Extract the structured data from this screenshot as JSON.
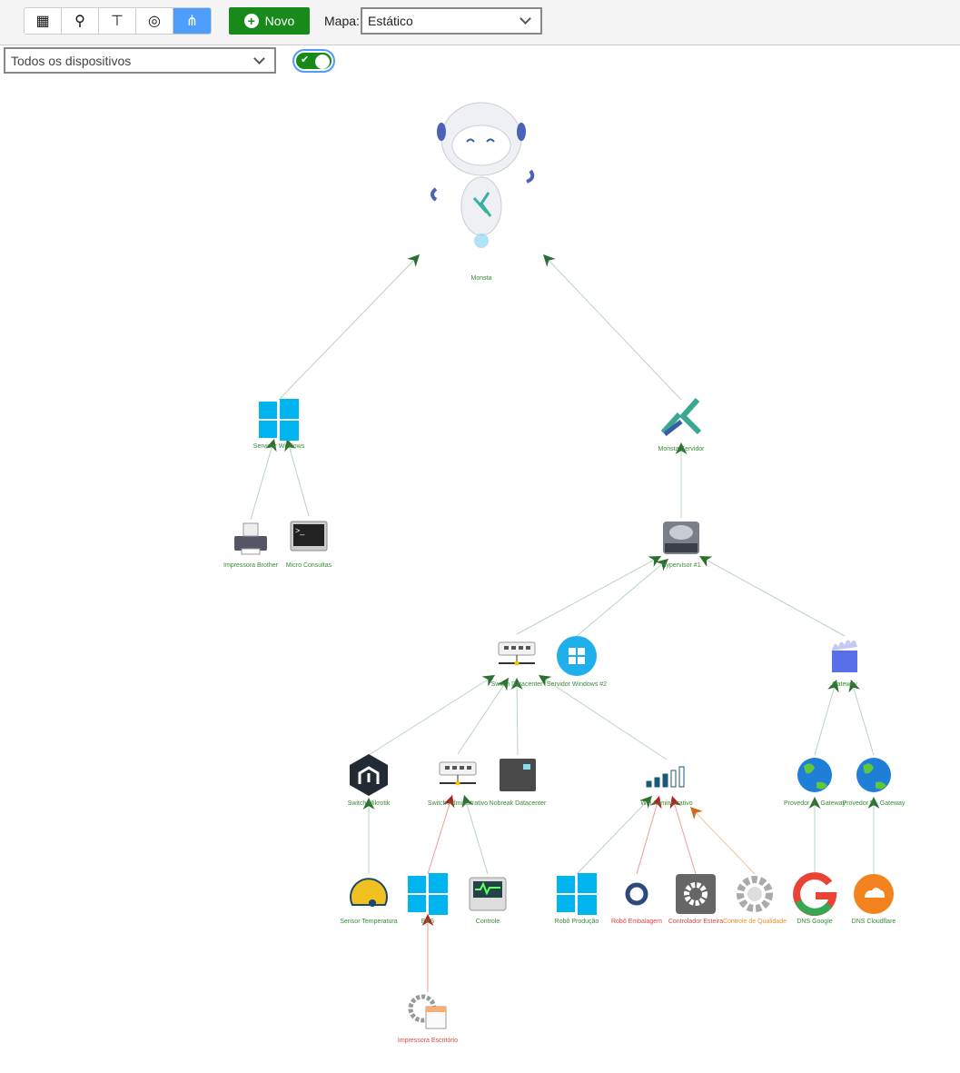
{
  "toolbar": {
    "view_buttons": [
      {
        "icon": "grid-icon",
        "glyph": "▦"
      },
      {
        "icon": "search-icon",
        "glyph": "⚲"
      },
      {
        "icon": "hierarchy-icon",
        "glyph": "⊤"
      },
      {
        "icon": "radial-icon",
        "glyph": "◎"
      },
      {
        "icon": "network-map-icon",
        "glyph": "⋔",
        "active": true
      }
    ],
    "new_label": "Novo",
    "map_label": "Mapa:",
    "map_value": "Estático"
  },
  "filter": {
    "devices_value": "Todos os dispositivos",
    "toggle_on": true
  },
  "colors": {
    "ok": "#3a8a3a",
    "edge": "#b9d4c2",
    "error": "#e04545",
    "warning": "#f0922e",
    "arrow_ok": "#2e6e32",
    "arrow_error": "#b71c1c",
    "arrow_warning": "#d2691e"
  },
  "nodes": [
    {
      "id": "monsta",
      "label": "Monsta",
      "icon": "robot-icon",
      "status": "ok"
    },
    {
      "id": "srvwin",
      "label": "Servidor Windows",
      "icon": "windows-icon",
      "status": "ok"
    },
    {
      "id": "msrv",
      "label": "Monsta Servidor",
      "icon": "monsta-logo-icon",
      "status": "ok"
    },
    {
      "id": "printer",
      "label": "Impressora Brother",
      "icon": "printer-icon",
      "status": "ok"
    },
    {
      "id": "micro",
      "label": "Micro Consultas",
      "icon": "terminal-icon",
      "status": "ok"
    },
    {
      "id": "hyper",
      "label": "Hypervisor #1",
      "icon": "server-icon",
      "status": "ok"
    },
    {
      "id": "swdc",
      "label": "Switch Datacenter",
      "icon": "switch-icon",
      "status": "ok"
    },
    {
      "id": "srvwin2",
      "label": "Servidor Windows #2",
      "icon": "windows-circle-icon",
      "status": "ok"
    },
    {
      "id": "gw",
      "label": "Gateway",
      "icon": "firewall-icon",
      "status": "ok"
    },
    {
      "id": "mikro",
      "label": "Switch Mikrotik",
      "icon": "mikrotik-icon",
      "status": "ok"
    },
    {
      "id": "swadm",
      "label": "Switch Administrativo",
      "icon": "switch-icon",
      "status": "ok"
    },
    {
      "id": "nobreak",
      "label": "Nobreak Datacenter",
      "icon": "ups-icon",
      "status": "ok"
    },
    {
      "id": "wifi",
      "label": "Wifi Administrativo",
      "icon": "signal-bars-icon",
      "status": "ok"
    },
    {
      "id": "provA",
      "label": "Provedor A - Gateway",
      "icon": "globe-icon",
      "status": "ok"
    },
    {
      "id": "provB",
      "label": "Provedor B - Gateway",
      "icon": "globe-icon",
      "status": "ok"
    },
    {
      "id": "sensor",
      "label": "Sensor Temperatura",
      "icon": "gauge-icon",
      "status": "ok"
    },
    {
      "id": "ers",
      "label": "ERS",
      "icon": "windows-icon",
      "status": "ok"
    },
    {
      "id": "controle",
      "label": "Controle",
      "icon": "monitor-activity-icon",
      "status": "ok"
    },
    {
      "id": "robprod",
      "label": "Robô Produção",
      "icon": "windows-icon",
      "status": "ok"
    },
    {
      "id": "robemb",
      "label": "Robô Embalagem",
      "icon": "refresh-icon",
      "status": "error"
    },
    {
      "id": "ctrlest",
      "label": "Controlador Esteira",
      "icon": "gear-box-icon",
      "status": "error"
    },
    {
      "id": "ctrlq",
      "label": "Controle de Qualidade",
      "icon": "gear-icon",
      "status": "warning"
    },
    {
      "id": "dnsg",
      "label": "DNS Google",
      "icon": "google-icon",
      "status": "ok"
    },
    {
      "id": "dnsc",
      "label": "DNS Cloudflare",
      "icon": "cloudflare-icon",
      "status": "ok"
    },
    {
      "id": "impesc",
      "label": "Impressora Escritório",
      "icon": "gear-document-icon",
      "status": "error"
    }
  ],
  "edges": [
    {
      "from": "srvwin",
      "to": "monsta",
      "status": "ok"
    },
    {
      "from": "msrv",
      "to": "monsta",
      "status": "ok"
    },
    {
      "from": "printer",
      "to": "srvwin",
      "status": "ok"
    },
    {
      "from": "micro",
      "to": "srvwin",
      "status": "ok"
    },
    {
      "from": "hyper",
      "to": "msrv",
      "status": "ok"
    },
    {
      "from": "swdc",
      "to": "hyper",
      "status": "ok"
    },
    {
      "from": "srvwin2",
      "to": "hyper",
      "status": "ok"
    },
    {
      "from": "gw",
      "to": "hyper",
      "status": "ok"
    },
    {
      "from": "mikro",
      "to": "swdc",
      "status": "ok"
    },
    {
      "from": "swadm",
      "to": "swdc",
      "status": "ok"
    },
    {
      "from": "nobreak",
      "to": "swdc",
      "status": "ok"
    },
    {
      "from": "wifi",
      "to": "swdc",
      "status": "ok"
    },
    {
      "from": "provA",
      "to": "gw",
      "status": "ok"
    },
    {
      "from": "provB",
      "to": "gw",
      "status": "ok"
    },
    {
      "from": "sensor",
      "to": "mikro",
      "status": "ok"
    },
    {
      "from": "ers",
      "to": "swadm",
      "status": "error"
    },
    {
      "from": "controle",
      "to": "swadm",
      "status": "ok"
    },
    {
      "from": "robprod",
      "to": "wifi",
      "status": "ok"
    },
    {
      "from": "robemb",
      "to": "wifi",
      "status": "error"
    },
    {
      "from": "ctrlest",
      "to": "wifi",
      "status": "error"
    },
    {
      "from": "ctrlq",
      "to": "wifi",
      "status": "warning"
    },
    {
      "from": "dnsg",
      "to": "provA",
      "status": "ok"
    },
    {
      "from": "dnsc",
      "to": "provB",
      "status": "ok"
    },
    {
      "from": "impesc",
      "to": "ers",
      "status": "error"
    }
  ]
}
